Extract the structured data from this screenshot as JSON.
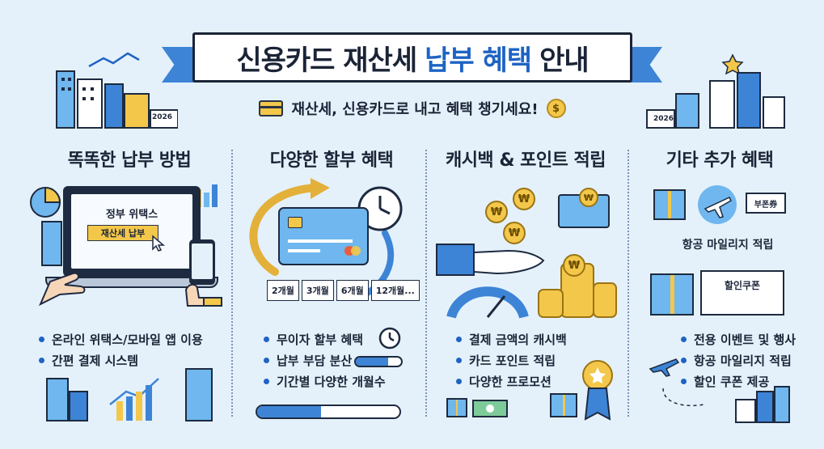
{
  "header": {
    "title_part1": "신용카드 재산세",
    "title_part2": "납부 혜택",
    "title_part3": "안내",
    "subtitle": "재산세, 신용카드로 내고 혜택 챙기세요!",
    "coin_symbol": "$",
    "year_left": "2026",
    "year_right": "2026"
  },
  "sections": [
    {
      "title": "똑똑한 납부 방법",
      "screen_label": "정부 위택스",
      "screen_button": "재산세 납부",
      "bullets": [
        "온라인 위택스/모바일 앱 이용",
        "간편 결제 시스템"
      ]
    },
    {
      "title": "다양한 할부 혜택",
      "tags": [
        "2개월",
        "3개월",
        "6개월",
        "12개월..."
      ],
      "bullets": [
        "무이자 할부 혜택",
        "납부 부담 분산",
        "기간별 다양한 개월수"
      ]
    },
    {
      "title": "캐시백 & 포인트 적립",
      "coin_symbol": "₩",
      "bullets": [
        "결제 금액의 캐시백",
        "카드 포인트 적립",
        "다양한 프로모션"
      ]
    },
    {
      "title": "기타 추가 혜택",
      "ticket_label": "부폰券",
      "mileage_caption": "항공 마일리지 적립",
      "coupon_label": "할인쿠폰",
      "bullets": [
        "전용 이벤트 및 행사",
        "항공 마일리지 적립",
        "할인 쿠폰 제공"
      ]
    }
  ],
  "colors": {
    "background": "#e4f1fb",
    "accent_blue": "#1e63c4",
    "light_blue": "#6fb7ee",
    "gold": "#f3c74a",
    "navy": "#1b2436"
  },
  "progress": {
    "installment_bar": 0.72,
    "bottom_bar": 0.45
  }
}
